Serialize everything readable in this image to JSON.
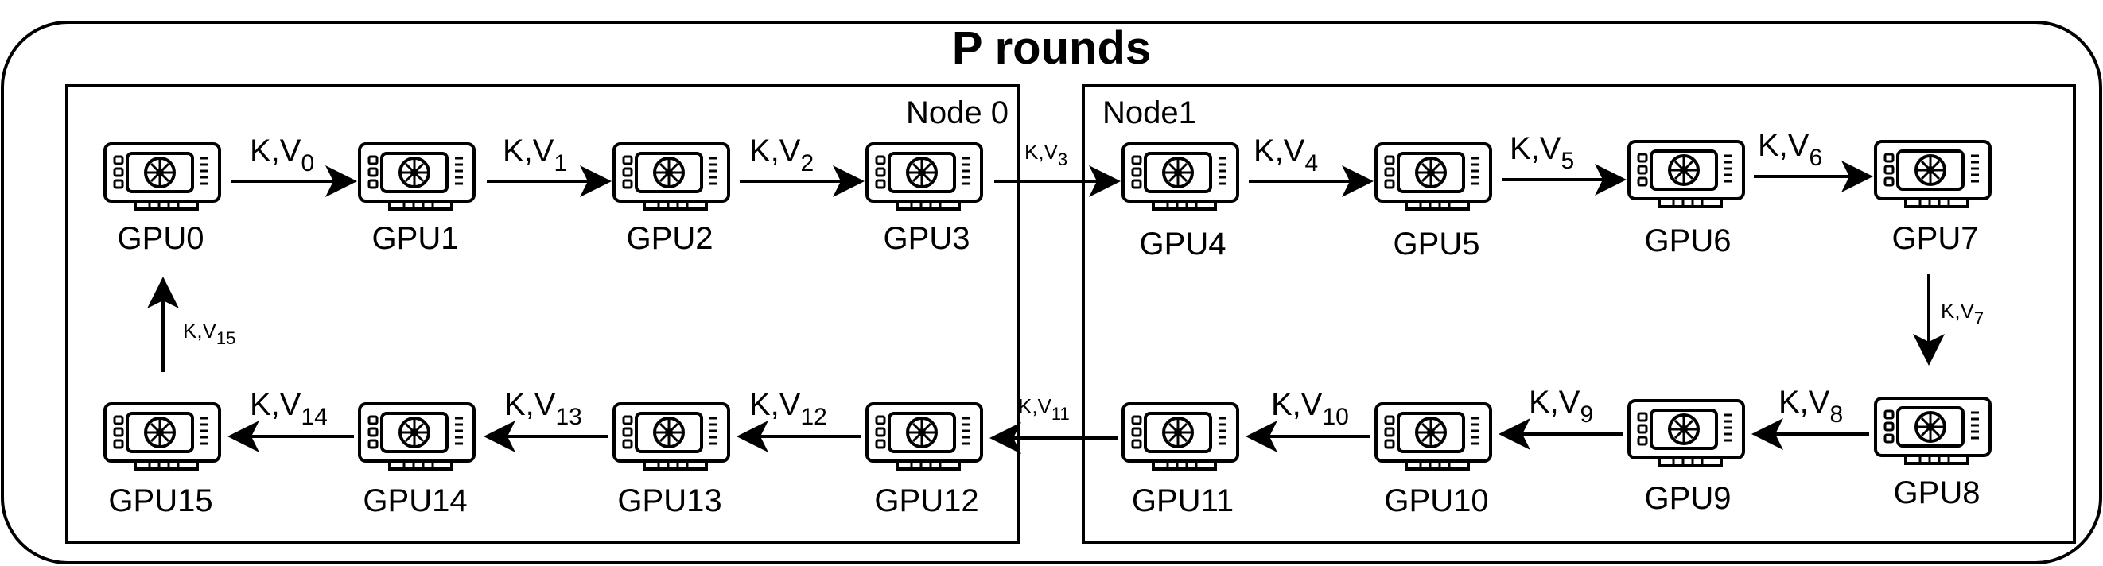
{
  "title": "P rounds",
  "nodes": [
    {
      "label": "Node 0"
    },
    {
      "label": "Node1"
    }
  ],
  "gpus": [
    {
      "label": "GPU0"
    },
    {
      "label": "GPU1"
    },
    {
      "label": "GPU2"
    },
    {
      "label": "GPU3"
    },
    {
      "label": "GPU4"
    },
    {
      "label": "GPU5"
    },
    {
      "label": "GPU6"
    },
    {
      "label": "GPU7"
    },
    {
      "label": "GPU8"
    },
    {
      "label": "GPU9"
    },
    {
      "label": "GPU10"
    },
    {
      "label": "GPU11"
    },
    {
      "label": "GPU12"
    },
    {
      "label": "GPU13"
    },
    {
      "label": "GPU14"
    },
    {
      "label": "GPU15"
    }
  ],
  "edges": [
    {
      "prefix": "K,V",
      "sub": "0"
    },
    {
      "prefix": "K,V",
      "sub": "1"
    },
    {
      "prefix": "K,V",
      "sub": "2"
    },
    {
      "prefix": "K,V",
      "sub": "3"
    },
    {
      "prefix": "K,V",
      "sub": "4"
    },
    {
      "prefix": "K,V",
      "sub": "5"
    },
    {
      "prefix": "K,V",
      "sub": "6"
    },
    {
      "prefix": "K,V",
      "sub": "7"
    },
    {
      "prefix": "K,V",
      "sub": "8"
    },
    {
      "prefix": "K,V",
      "sub": "9"
    },
    {
      "prefix": "K,V",
      "sub": "10"
    },
    {
      "prefix": "K,V",
      "sub": "11"
    },
    {
      "prefix": "K,V",
      "sub": "12"
    },
    {
      "prefix": "K,V",
      "sub": "13"
    },
    {
      "prefix": "K,V",
      "sub": "14"
    },
    {
      "prefix": "K,V",
      "sub": "15"
    }
  ]
}
